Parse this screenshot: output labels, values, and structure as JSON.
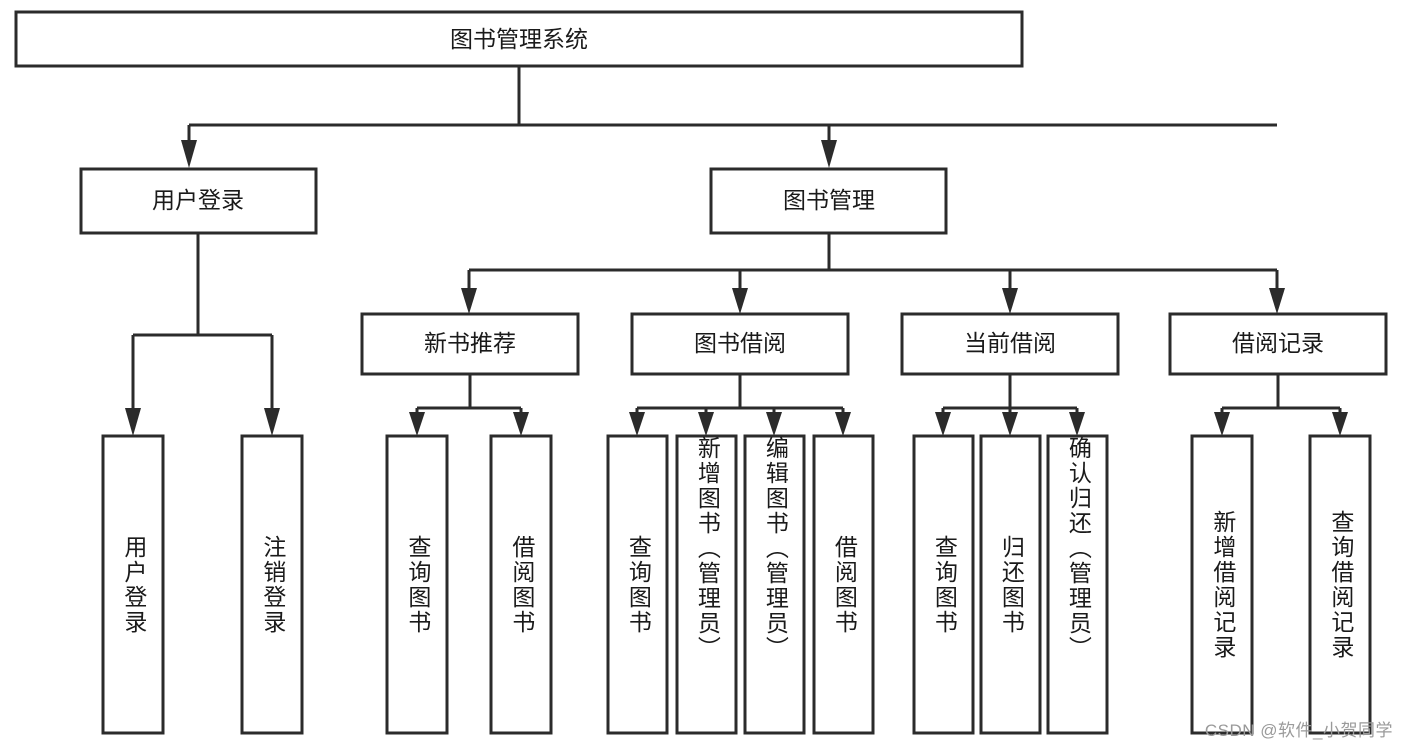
{
  "diagram": {
    "title": "图书管理系统",
    "type": "tree-hierarchy",
    "watermark": "CSDN @软件_小贺同学",
    "colors": {
      "line": "#2b2b2b",
      "box_fill": "#ffffff",
      "text": "#1a1a1a",
      "watermark": "#9a9a9a",
      "background": "#ffffff"
    },
    "root": {
      "label": "图书管理系统"
    },
    "level2": [
      {
        "label": "用户登录"
      },
      {
        "label": "图书管理"
      }
    ],
    "level3": [
      {
        "label": "新书推荐"
      },
      {
        "label": "图书借阅"
      },
      {
        "label": "当前借阅"
      },
      {
        "label": "借阅记录"
      }
    ],
    "leaves": {
      "user_login": [
        {
          "label": "用户登录"
        },
        {
          "label": "注销登录"
        }
      ],
      "new_book_recommend": [
        {
          "label": "查询图书"
        },
        {
          "label": "借阅图书"
        }
      ],
      "book_borrow": [
        {
          "label": "查询图书"
        },
        {
          "label": "新增图书（管理员）"
        },
        {
          "label": "编辑图书（管理员）"
        },
        {
          "label": "借阅图书"
        }
      ],
      "current_borrow": [
        {
          "label": "查询图书"
        },
        {
          "label": "归还图书"
        },
        {
          "label": "确认归还（管理员）"
        }
      ],
      "borrow_record": [
        {
          "label": "新增借阅记录"
        },
        {
          "label": "查询借阅记录"
        }
      ]
    }
  }
}
